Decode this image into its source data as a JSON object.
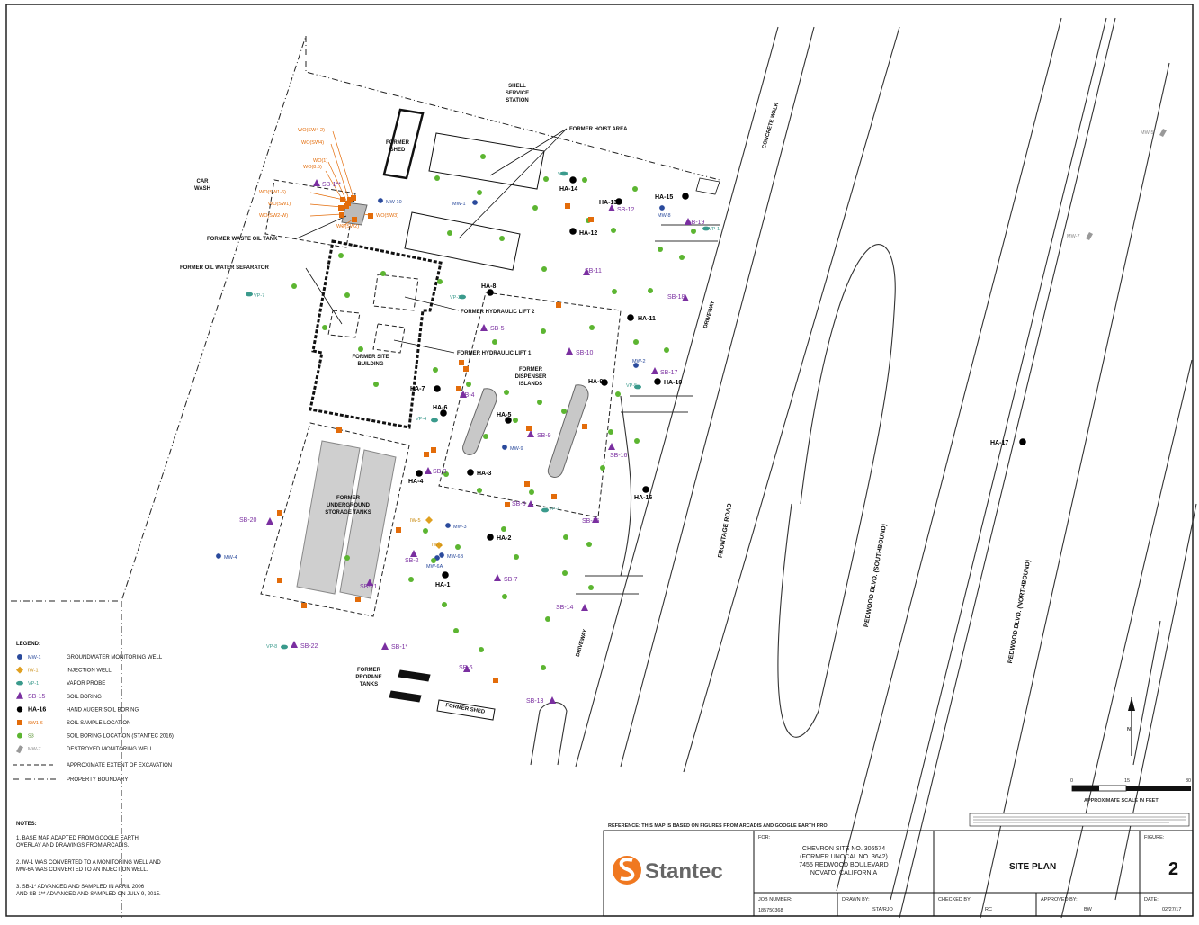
{
  "map": {
    "areas": {
      "shell": "SHELL\nSERVICE\nSTATION",
      "car_wash": "CAR\nWASH",
      "former_shed": "FORMER\nSHED",
      "former_hoist": "FORMER HOIST AREA",
      "former_waste_oil_tank": "FORMER WASTE OIL TANK",
      "former_ows": "FORMER OIL WATER SEPARATOR",
      "former_hyd_lift_2": "FORMER HYDRAULIC LIFT 2",
      "former_hyd_lift_1": "FORMER HYDRAULIC LIFT 1",
      "former_site_building": "FORMER SITE\nBUILDING",
      "former_dispenser_islands": "FORMER\nDISPENSER\nISLANDS",
      "former_ust": "FORMER\nUNDERGROUND\nSTORAGE TANKS",
      "former_propane": "FORMER\nPROPANE\nTANKS",
      "former_shed_2": "FORMER SHED",
      "concrete_walk": "CONCRETE WALK",
      "driveway_1": "DRIVEWAY",
      "driveway_2": "DRIVEWAY",
      "frontage_road": "FRONTAGE ROAD",
      "redwood_sb": "REDWOOD BLVD. (SOUTHBOUND)",
      "redwood_nb": "REDWOOD BLVD. (NORTHBOUND)"
    },
    "wo_labels": [
      "WO(SW4-2)",
      "WO(SW4)",
      "WO(1)",
      "WO(8.5)",
      "WO(SW1-6)",
      "WO(SW1)",
      "WO(SW2-W)",
      "WO(SW2)",
      "WO(SW3)"
    ],
    "soil_borings": [
      "SB-1**",
      "SB-12",
      "SB-19",
      "SB-11",
      "SB-18",
      "SB-5",
      "SB-10",
      "SB-17",
      "SB-4",
      "SB-9",
      "SB-16",
      "SB-3",
      "SB-8",
      "SB-20",
      "SB-15",
      "SB-2",
      "SB-7",
      "SB-21",
      "SB-14",
      "SB-22",
      "SB-1*",
      "SB-6",
      "SB-13"
    ],
    "hand_auger": [
      "HA-14",
      "HA-13",
      "HA-15",
      "HA-12",
      "HA-8",
      "HA-11",
      "HA-7",
      "HA-9",
      "HA-10",
      "HA-6",
      "HA-5",
      "HA-4",
      "HA-3",
      "HA-16",
      "HA-2",
      "HA-1",
      "HA-17"
    ],
    "wells": [
      "MW-10",
      "MW-1",
      "MW-8",
      "MW-2",
      "MW-9",
      "MW-3",
      "MW-6B",
      "MW-6A",
      "MW-4",
      "IW-1",
      "IW-5",
      "VP-1",
      "VP-2",
      "VP-3",
      "VP-4",
      "VP-5",
      "VP-6",
      "VP-7",
      "VP-8",
      "MW-5",
      "MW-7"
    ]
  },
  "legend": {
    "title": "LEGEND:",
    "items": [
      {
        "code": "MW-1",
        "label": "GROUNDWATER MONITORING WELL"
      },
      {
        "code": "IW-1",
        "label": "INJECTION WELL"
      },
      {
        "code": "VP-1",
        "label": "VAPOR PROBE"
      },
      {
        "code": "SB-15",
        "label": "SOIL BORING"
      },
      {
        "code": "HA-16",
        "label": "HAND AUGER SOIL BORING"
      },
      {
        "code": "SW1-6",
        "label": "SOIL SAMPLE LOCATION"
      },
      {
        "code": "S3",
        "label": "SOIL BORING LOCATION (STANTEC 2016)"
      },
      {
        "code": "MW-7",
        "label": "DESTROYED MONITORING WELL"
      }
    ],
    "line_items": [
      {
        "label": "APPROXIMATE EXTENT OF EXCAVATION"
      },
      {
        "label": "PROPERTY BOUNDARY"
      }
    ]
  },
  "notes": {
    "title": "NOTES:",
    "items": [
      "1.   BASE MAP ADAPTED FROM GOOGLE EARTH\n      OVERLAY AND DRAWINGS FROM ARCADIS.",
      "2.   IW-1 WAS CONVERTED TO A MONITORING WELL AND\n      MW-6A WAS CONVERTED TO AN INJECTION WELL.",
      "3.   SB-1* ADVANCED AND SAMPLED IN APRIL 2006\n      AND SB-1** ADVANCED AND SAMPLED ON JULY 9, 2015."
    ]
  },
  "scale": {
    "ticks": [
      "0",
      "15",
      "30"
    ],
    "label": "APPROXIMATE SCALE IN FEET",
    "north": "N"
  },
  "reference": "REFERENCE:  THIS MAP IS BASED ON FIGURES FROM ARCADIS AND GOOGLE EARTH PRO.",
  "title_block": {
    "company": "Stantec",
    "for_label": "FOR:",
    "for_lines": [
      "CHEVRON SITE NO. 306574",
      "(FORMER UNOCAL NO. 3642)",
      "7455 REDWOOD BOULEVARD",
      "NOVATO, CALIFORNIA"
    ],
    "title": "SITE PLAN",
    "figure_label": "FIGURE:",
    "figure_no": "2",
    "job_label": "JOB NUMBER:",
    "job_no": "185750368",
    "drawn_label": "DRAWN BY:",
    "drawn_by": "STA/RJO",
    "checked_label": "CHECKED BY:",
    "checked_by": "RC",
    "approved_label": "APPROVED BY:",
    "approved_by": "BW",
    "date_label": "DATE:",
    "date": "02/27/17"
  },
  "colors": {
    "soil_boring": "#7a2fa0",
    "hand_auger": "#000000",
    "sample": "#e36c0a",
    "stantec_boring": "#5cb531",
    "mw": "#2a4a9c",
    "iw": "#e0a020",
    "vp": "#3a9a8c",
    "destroyed": "#999999"
  }
}
